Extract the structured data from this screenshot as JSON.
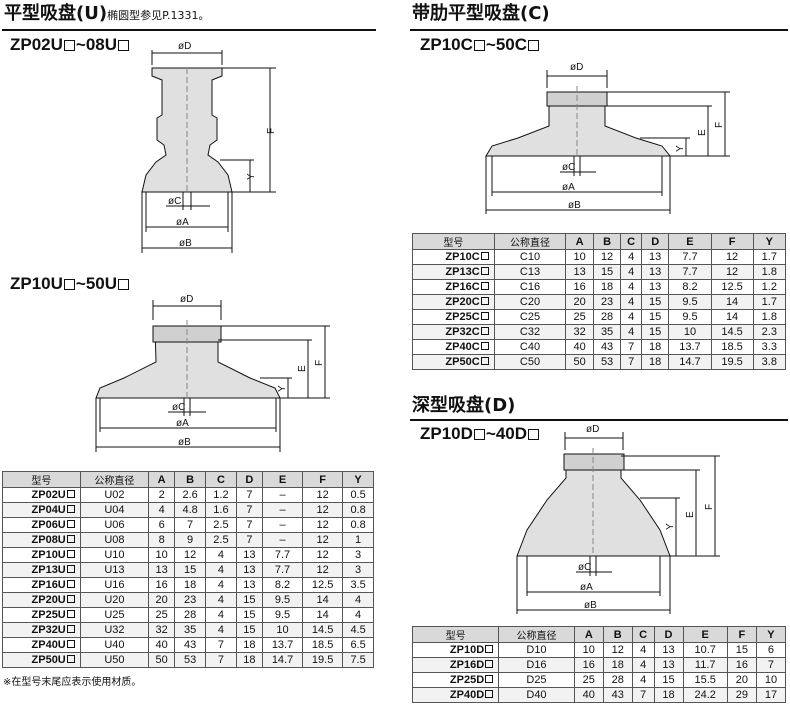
{
  "sections": {
    "u": {
      "title": "平型吸盘(U)",
      "note": "椭圆型参见P.1331。"
    },
    "c": {
      "title": "带肋平型吸盘(C)"
    },
    "d": {
      "title": "深型吸盘(D)"
    }
  },
  "subsections": {
    "u_small": {
      "prefix": "ZP02U",
      "mid": "~08U"
    },
    "u_large": {
      "prefix": "ZP10U",
      "mid": "~50U"
    },
    "c": {
      "prefix": "ZP10C",
      "mid": "~50C"
    },
    "d": {
      "prefix": "ZP10D",
      "mid": "~40D"
    }
  },
  "dims": {
    "D": "øD",
    "C": "øC",
    "A": "øA",
    "B": "øB",
    "E": "E",
    "F": "F",
    "Y": "Y"
  },
  "tables": {
    "headers": [
      "型号",
      "公称直径",
      "A",
      "B",
      "C",
      "D",
      "E",
      "F",
      "Y"
    ],
    "u": [
      [
        "ZP02U",
        "U02",
        "2",
        "2.6",
        "1.2",
        "7",
        "–",
        "12",
        "0.5"
      ],
      [
        "ZP04U",
        "U04",
        "4",
        "4.8",
        "1.6",
        "7",
        "–",
        "12",
        "0.8"
      ],
      [
        "ZP06U",
        "U06",
        "6",
        "7",
        "2.5",
        "7",
        "–",
        "12",
        "0.8"
      ],
      [
        "ZP08U",
        "U08",
        "8",
        "9",
        "2.5",
        "7",
        "–",
        "12",
        "1"
      ],
      [
        "ZP10U",
        "U10",
        "10",
        "12",
        "4",
        "13",
        "7.7",
        "12",
        "3"
      ],
      [
        "ZP13U",
        "U13",
        "13",
        "15",
        "4",
        "13",
        "7.7",
        "12",
        "3"
      ],
      [
        "ZP16U",
        "U16",
        "16",
        "18",
        "4",
        "13",
        "8.2",
        "12.5",
        "3.5"
      ],
      [
        "ZP20U",
        "U20",
        "20",
        "23",
        "4",
        "15",
        "9.5",
        "14",
        "4"
      ],
      [
        "ZP25U",
        "U25",
        "25",
        "28",
        "4",
        "15",
        "9.5",
        "14",
        "4"
      ],
      [
        "ZP32U",
        "U32",
        "32",
        "35",
        "4",
        "15",
        "10",
        "14.5",
        "4.5"
      ],
      [
        "ZP40U",
        "U40",
        "40",
        "43",
        "7",
        "18",
        "13.7",
        "18.5",
        "6.5"
      ],
      [
        "ZP50U",
        "U50",
        "50",
        "53",
        "7",
        "18",
        "14.7",
        "19.5",
        "7.5"
      ]
    ],
    "c": [
      [
        "ZP10C",
        "C10",
        "10",
        "12",
        "4",
        "13",
        "7.7",
        "12",
        "1.7"
      ],
      [
        "ZP13C",
        "C13",
        "13",
        "15",
        "4",
        "13",
        "7.7",
        "12",
        "1.8"
      ],
      [
        "ZP16C",
        "C16",
        "16",
        "18",
        "4",
        "13",
        "8.2",
        "12.5",
        "1.2"
      ],
      [
        "ZP20C",
        "C20",
        "20",
        "23",
        "4",
        "15",
        "9.5",
        "14",
        "1.7"
      ],
      [
        "ZP25C",
        "C25",
        "25",
        "28",
        "4",
        "15",
        "9.5",
        "14",
        "1.8"
      ],
      [
        "ZP32C",
        "C32",
        "32",
        "35",
        "4",
        "15",
        "10",
        "14.5",
        "2.3"
      ],
      [
        "ZP40C",
        "C40",
        "40",
        "43",
        "7",
        "18",
        "13.7",
        "18.5",
        "3.3"
      ],
      [
        "ZP50C",
        "C50",
        "50",
        "53",
        "7",
        "18",
        "14.7",
        "19.5",
        "3.8"
      ]
    ],
    "d": [
      [
        "ZP10D",
        "D10",
        "10",
        "12",
        "4",
        "13",
        "10.7",
        "15",
        "6"
      ],
      [
        "ZP16D",
        "D16",
        "16",
        "18",
        "4",
        "13",
        "11.7",
        "16",
        "7"
      ],
      [
        "ZP25D",
        "D25",
        "25",
        "28",
        "4",
        "15",
        "15.5",
        "20",
        "10"
      ],
      [
        "ZP40D",
        "D40",
        "40",
        "43",
        "7",
        "18",
        "24.2",
        "29",
        "17"
      ]
    ]
  },
  "footnote": "※在型号末尾应表示使用材质。"
}
